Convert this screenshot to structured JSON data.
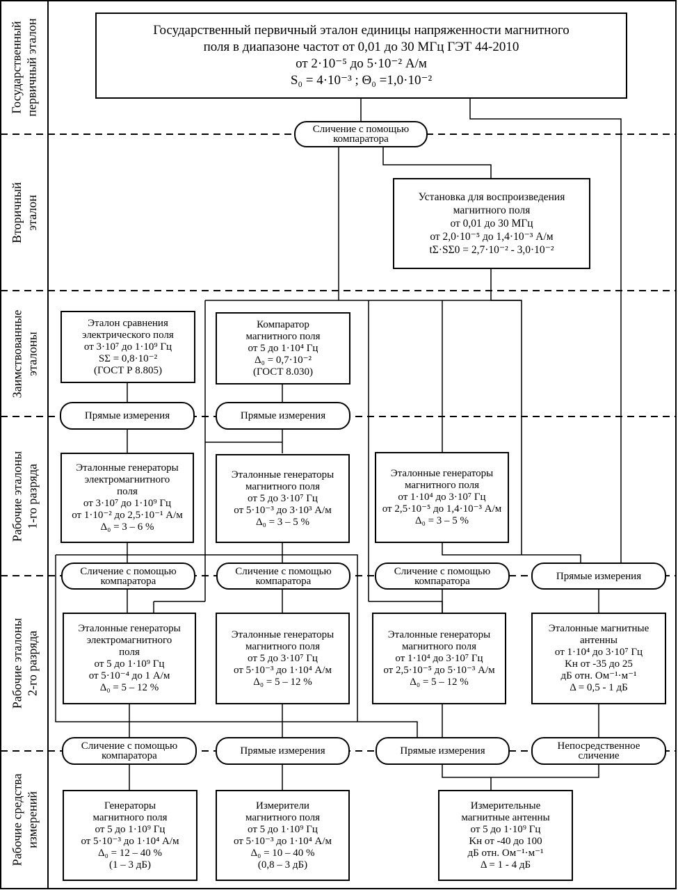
{
  "levels": [
    {
      "lines": [
        "Государственный",
        "первичный эталон"
      ]
    },
    {
      "lines": [
        "Вторичный",
        "эталон"
      ]
    },
    {
      "lines": [
        "Заимствованные",
        "эталоны"
      ]
    },
    {
      "lines": [
        "Рабочие эталоны",
        "1-го разряда"
      ]
    },
    {
      "lines": [
        "Рабочие эталоны",
        "2-го разряда"
      ]
    },
    {
      "lines": [
        "Рабочие средства",
        "измерений"
      ]
    }
  ],
  "primary": {
    "title": "Государственный первичный эталон единицы напряженности магнитного поля в диапазоне частот от 0,01 до 30 МГц  ГЭТ 44-2010",
    "line1": "Государственный первичный эталон единицы напряженности магнитного",
    "line2": "поля в диапазоне частот от 0,01 до 30 МГц  ГЭТ 44-2010",
    "range": "от 2·10⁻⁵ до 5·10⁻² А/м",
    "accuracy": "S₀ = 4·10⁻³ ; Θ₀ =1,0·10⁻²"
  },
  "secondary": {
    "lines": [
      "Установка для воспроизведения",
      "магнитного поля",
      "от 0,01 до 30 МГц",
      "от 2,0·10⁻⁵ до 1,4·10⁻³ А/м",
      "tΣ·SΣ0 = 2,7·10⁻² -  3,0·10⁻²"
    ]
  },
  "borrowed": [
    {
      "lines": [
        "Эталон сравнения",
        "электрического поля",
        "от 3·10⁷ до 1·10⁹ Гц",
        "SΣ = 0,8·10⁻²",
        "(ГОСТ Р 8.805)"
      ]
    },
    {
      "lines": [
        "Компаратор",
        "магнитного  поля",
        "от 5 до 1·10⁴ Гц",
        "Δ₀ =  0,7·10⁻²",
        "(ГОСТ 8.030)"
      ]
    }
  ],
  "working1": [
    {
      "lines": [
        "Эталонные генераторы",
        "электромагнитного",
        "поля",
        "от 3·10⁷ до 1·10⁹ Гц",
        "от 1·10⁻² до 2,5·10⁻¹ А/м",
        "Δ₀ = 3 – 6 %"
      ]
    },
    {
      "lines": [
        "Эталонные генераторы",
        "магнитного поля",
        "от 5 до 3·10⁷ Гц",
        "от 5·10⁻³ до 3·10³ А/м",
        "Δ₀ = 3 – 5 %"
      ]
    },
    {
      "lines": [
        "Эталонные генераторы",
        "магнитного поля",
        "от 1·10⁴ до 3·10⁷ Гц",
        "от 2,5·10⁻⁵ до 1,4·10⁻³ А/м",
        "Δ₀ = 3 – 5 %"
      ]
    }
  ],
  "working2": [
    {
      "lines": [
        "Эталонные генераторы",
        "электромагнитного",
        "поля",
        "от 5 до 1·10⁹ Гц",
        "от 5·10⁻⁴ до 1 А/м",
        "Δ₀ = 5 – 12 %"
      ]
    },
    {
      "lines": [
        "Эталонные генераторы",
        "магнитного поля",
        "от 5 до 3·10⁷ Гц",
        "от 5·10⁻³ до 1·10⁴ А/м",
        "Δ₀ = 5 – 12 %"
      ]
    },
    {
      "lines": [
        "Эталонные генераторы",
        "магнитного поля",
        "от 1·10⁴ до 3·10⁷ Гц",
        "от 2,5·10⁻⁵ до 5·10⁻³ А/м",
        "Δ₀ =  5 – 12 %"
      ]
    },
    {
      "lines": [
        "Эталонные магнитные",
        "антенны",
        "от 1·10⁴ до 3·10⁷ Гц",
        "Kн от -35 до 25",
        "дБ отн. Ом⁻¹·м⁻¹",
        "Δ =  0,5  - 1 дБ"
      ]
    }
  ],
  "instruments": [
    {
      "lines": [
        "Генераторы",
        "магнитного поля",
        "от 5 до 1·10⁹ Гц",
        "от  5·10⁻³ до 1·10⁴  А/м",
        "Δ₀ = 12 – 40  %",
        "(1 – 3 дБ)"
      ]
    },
    {
      "lines": [
        "Измерители",
        "магнитного поля",
        "от 5 до 1·10⁹ Гц",
        "от  5·10⁻³ до 1·10⁴  А/м",
        "Δ₀ = 10 – 40  %",
        "(0,8 – 3 дБ)"
      ]
    },
    {
      "lines": [
        "Измерительные",
        "магнитные антенны",
        "от 5 до 1·10⁹ Гц",
        "Kн от -40 до 100",
        "дБ отн. Ом⁻¹·м⁻¹",
        "Δ = 1  - 4 дБ"
      ]
    }
  ],
  "methods": {
    "top": [
      "Сличение с помощью",
      "компаратора"
    ],
    "borrowed_a": [
      "Прямые измерения"
    ],
    "borrowed_b": [
      "Прямые измерения"
    ],
    "w1_a": [
      "Сличение с помощью",
      "компаратора"
    ],
    "w1_b": [
      "Сличение с помощью",
      "компаратора"
    ],
    "w1_c": [
      "Сличение с помощью",
      "компаратора"
    ],
    "w1_d": [
      "Прямые измерения"
    ],
    "w2_a": [
      "Сличение с помощью",
      "компаратора"
    ],
    "w2_b": [
      "Прямые измерения"
    ],
    "w2_c": [
      "Прямые измерения"
    ],
    "w2_d": [
      "Непосредственное",
      "сличение"
    ]
  }
}
